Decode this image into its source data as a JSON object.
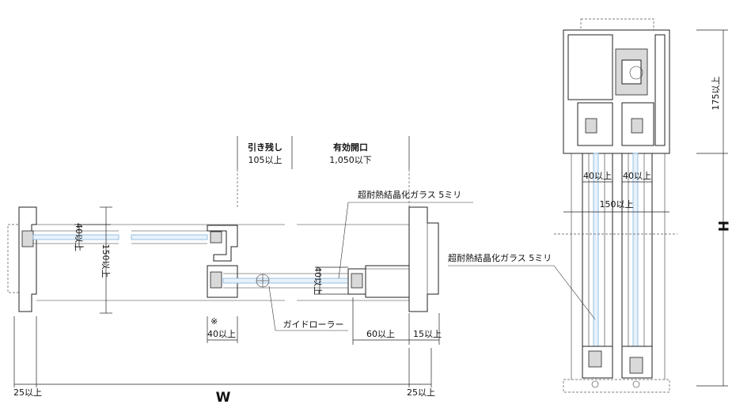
{
  "plan_view": {
    "retention_header": "引き残し",
    "retention_value": "105以上",
    "opening_header": "有効開口",
    "opening_value": "1,050以下",
    "glass_label": "超耐熱結晶化ガラス 5ミリ",
    "dim_40_vertical": "40以上",
    "dim_150_vertical": "150以上",
    "dim_40_vertical_right": "40以上",
    "note_mark": "※",
    "dim_40_bottom": "40以上",
    "guide_roller_label": "ガイドローラー",
    "dim_60": "60以上",
    "dim_15": "15以上",
    "dim_25_left": "25以上",
    "dim_w": "W",
    "dim_25_right": "25以上"
  },
  "section_view": {
    "dim_175": "175以上",
    "dim_40_a": "40以上",
    "dim_40_b": "40以上",
    "dim_150": "150以上",
    "dim_h": "H",
    "glass_label": "超耐熱結晶化ガラス 5ミリ"
  }
}
